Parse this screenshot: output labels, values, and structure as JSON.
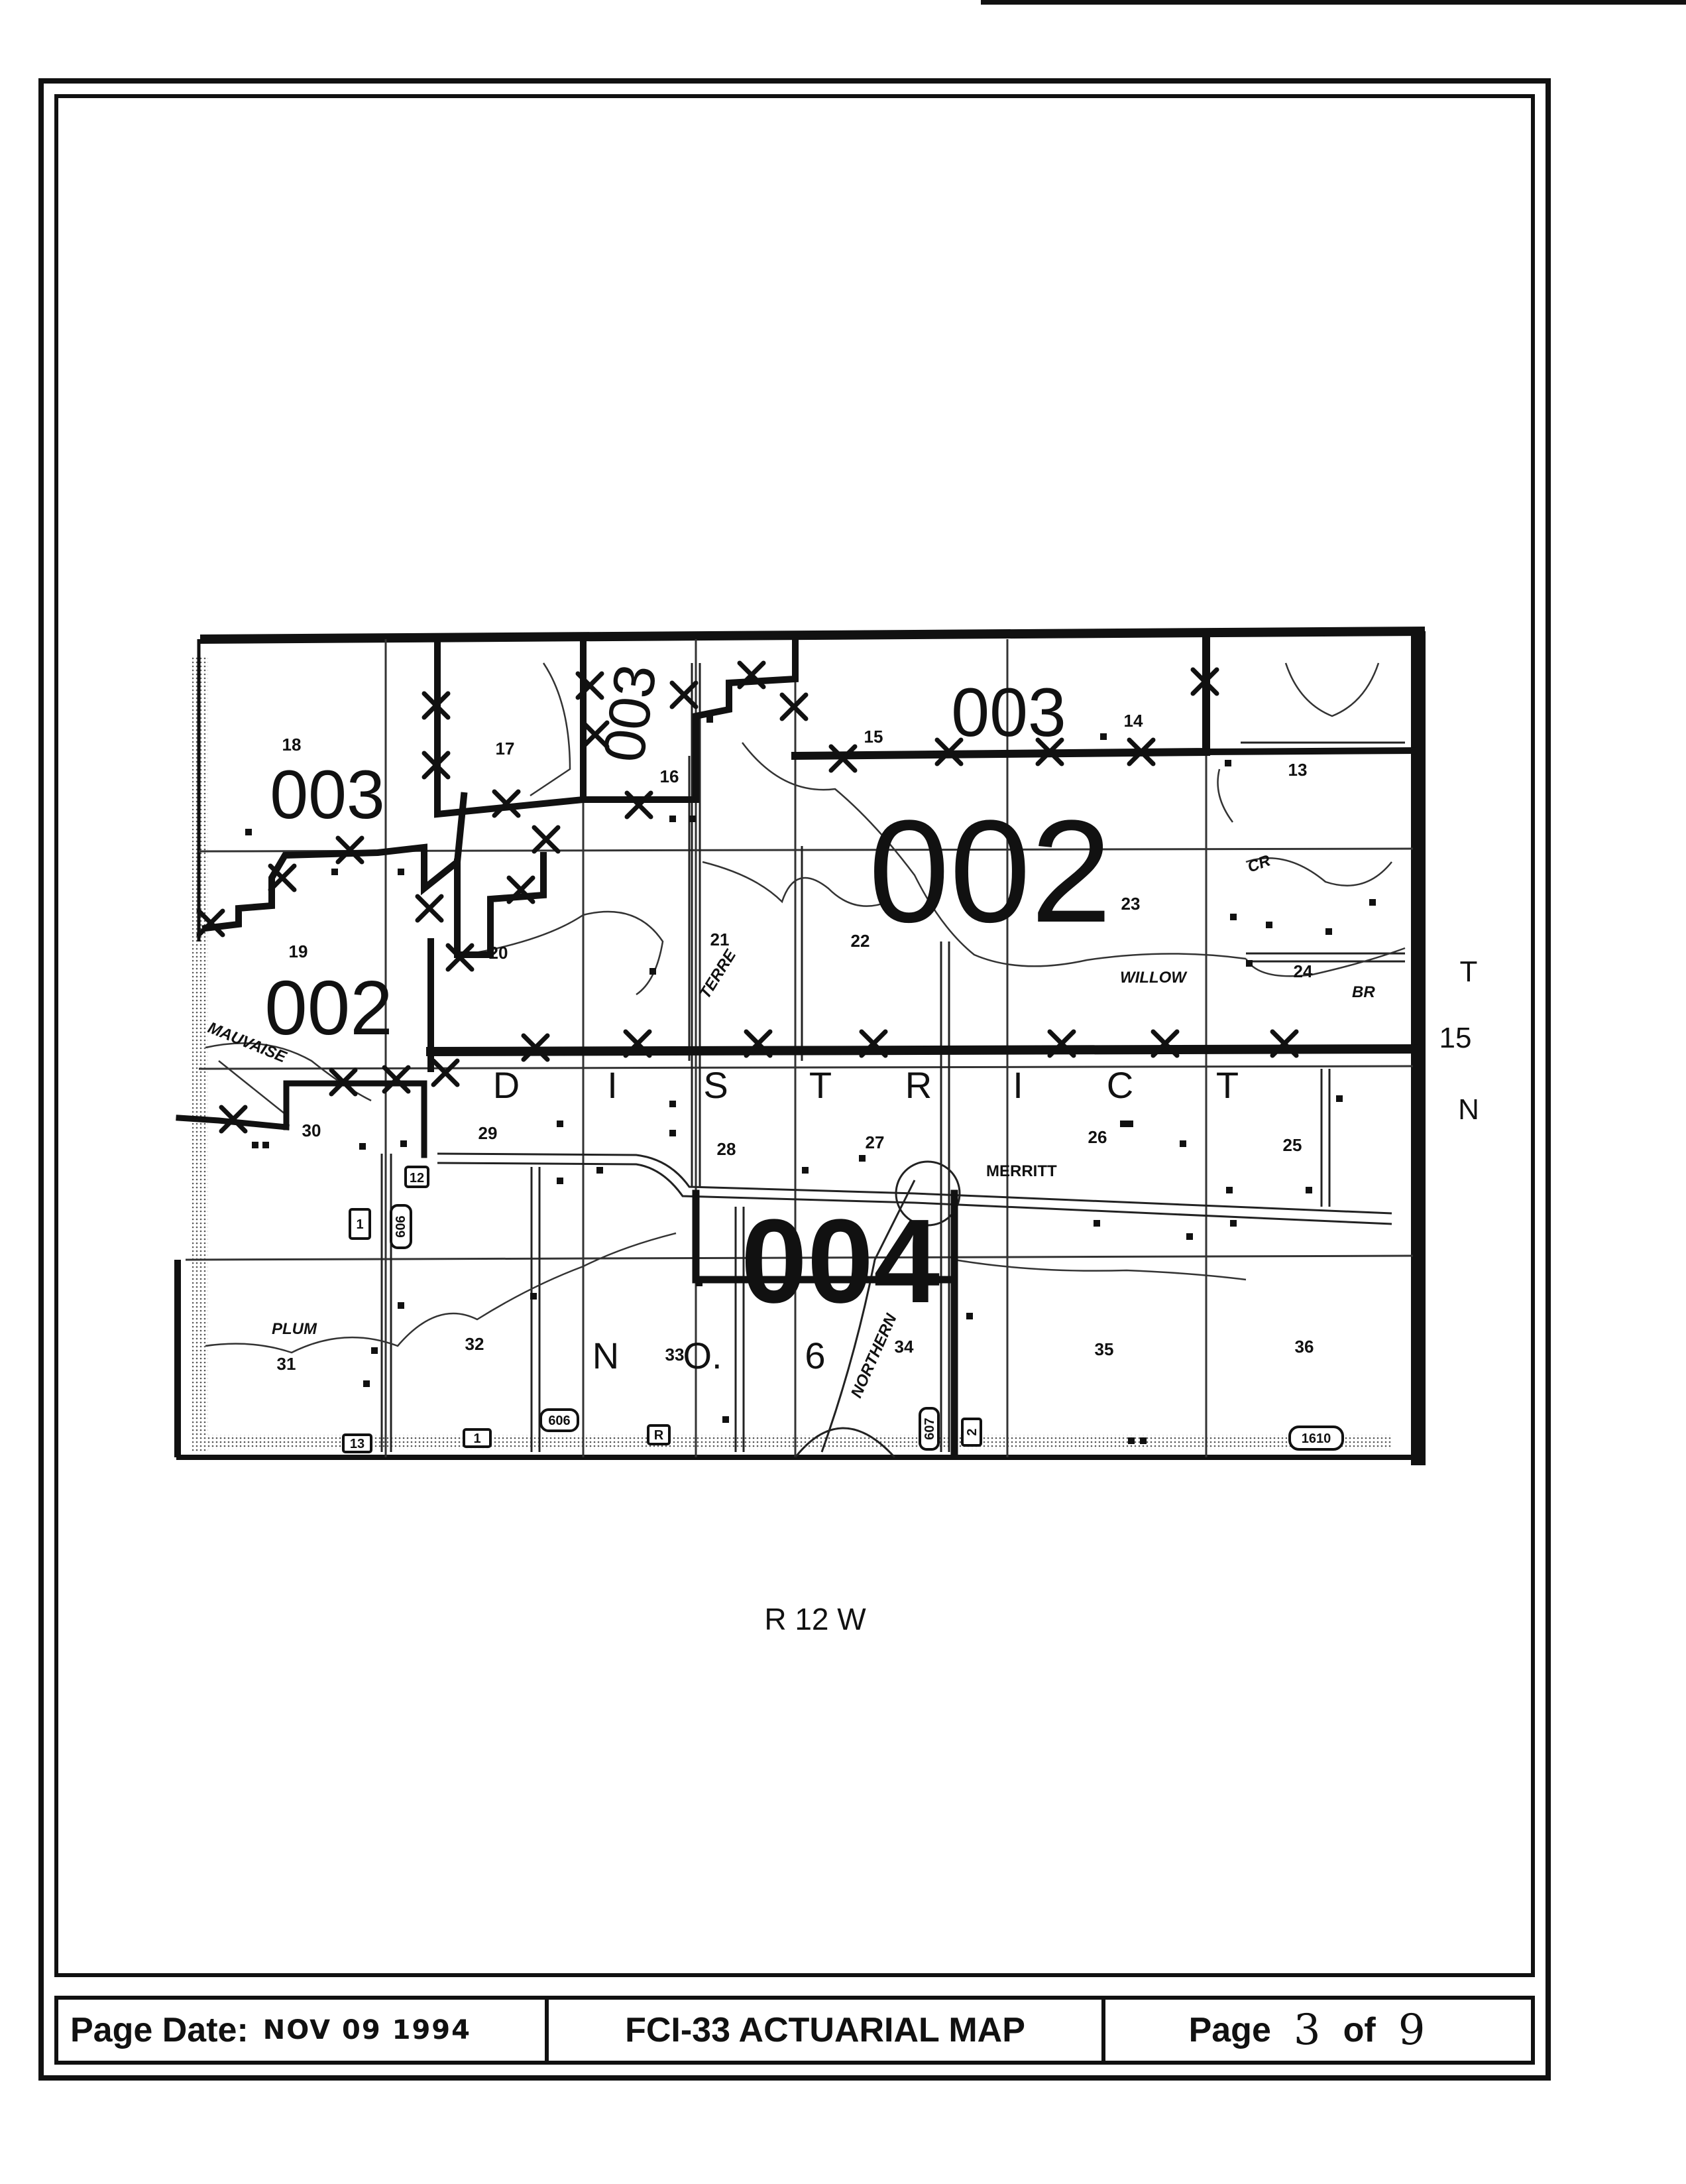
{
  "map": {
    "range_label": "R 12 W",
    "township_label": [
      "T",
      "15",
      "N"
    ],
    "section_numbers": [
      "18",
      "17",
      "16",
      "15",
      "14",
      "13",
      "19",
      "20",
      "21",
      "22",
      "23",
      "24",
      "30",
      "29",
      "28",
      "27",
      "26",
      "25",
      "31",
      "32",
      "33",
      "34",
      "35",
      "36"
    ],
    "place_labels": {
      "merritt": "MERRITT",
      "willow": "WILLOW",
      "cr": "CR",
      "br": "BR",
      "terre": "TERRE",
      "mauvaise": "MAUVAISE",
      "plum": "PLUM",
      "northern": "NORTHERN"
    },
    "route_shields": [
      "12",
      "606",
      "1",
      "13",
      "1",
      "606",
      "R",
      "607",
      "2",
      "1610"
    ],
    "zone_labels": {
      "z003_nw": "003",
      "z003_top": "003",
      "z003_ne": "003",
      "z002_main": "002",
      "z002_west": "002",
      "z004": "004"
    },
    "district_text": [
      "D",
      "I",
      "S",
      "T",
      "R",
      "I",
      "C",
      "T"
    ],
    "no6_text": [
      "N",
      "O.",
      "6"
    ]
  },
  "footer": {
    "page_date_label": "Page Date:",
    "page_date_value": "NOV 09 1994",
    "title": "FCI-33 ACTUARIAL MAP",
    "page_word": "Page",
    "page_current": "3",
    "of_word": "of",
    "page_total": "9"
  }
}
